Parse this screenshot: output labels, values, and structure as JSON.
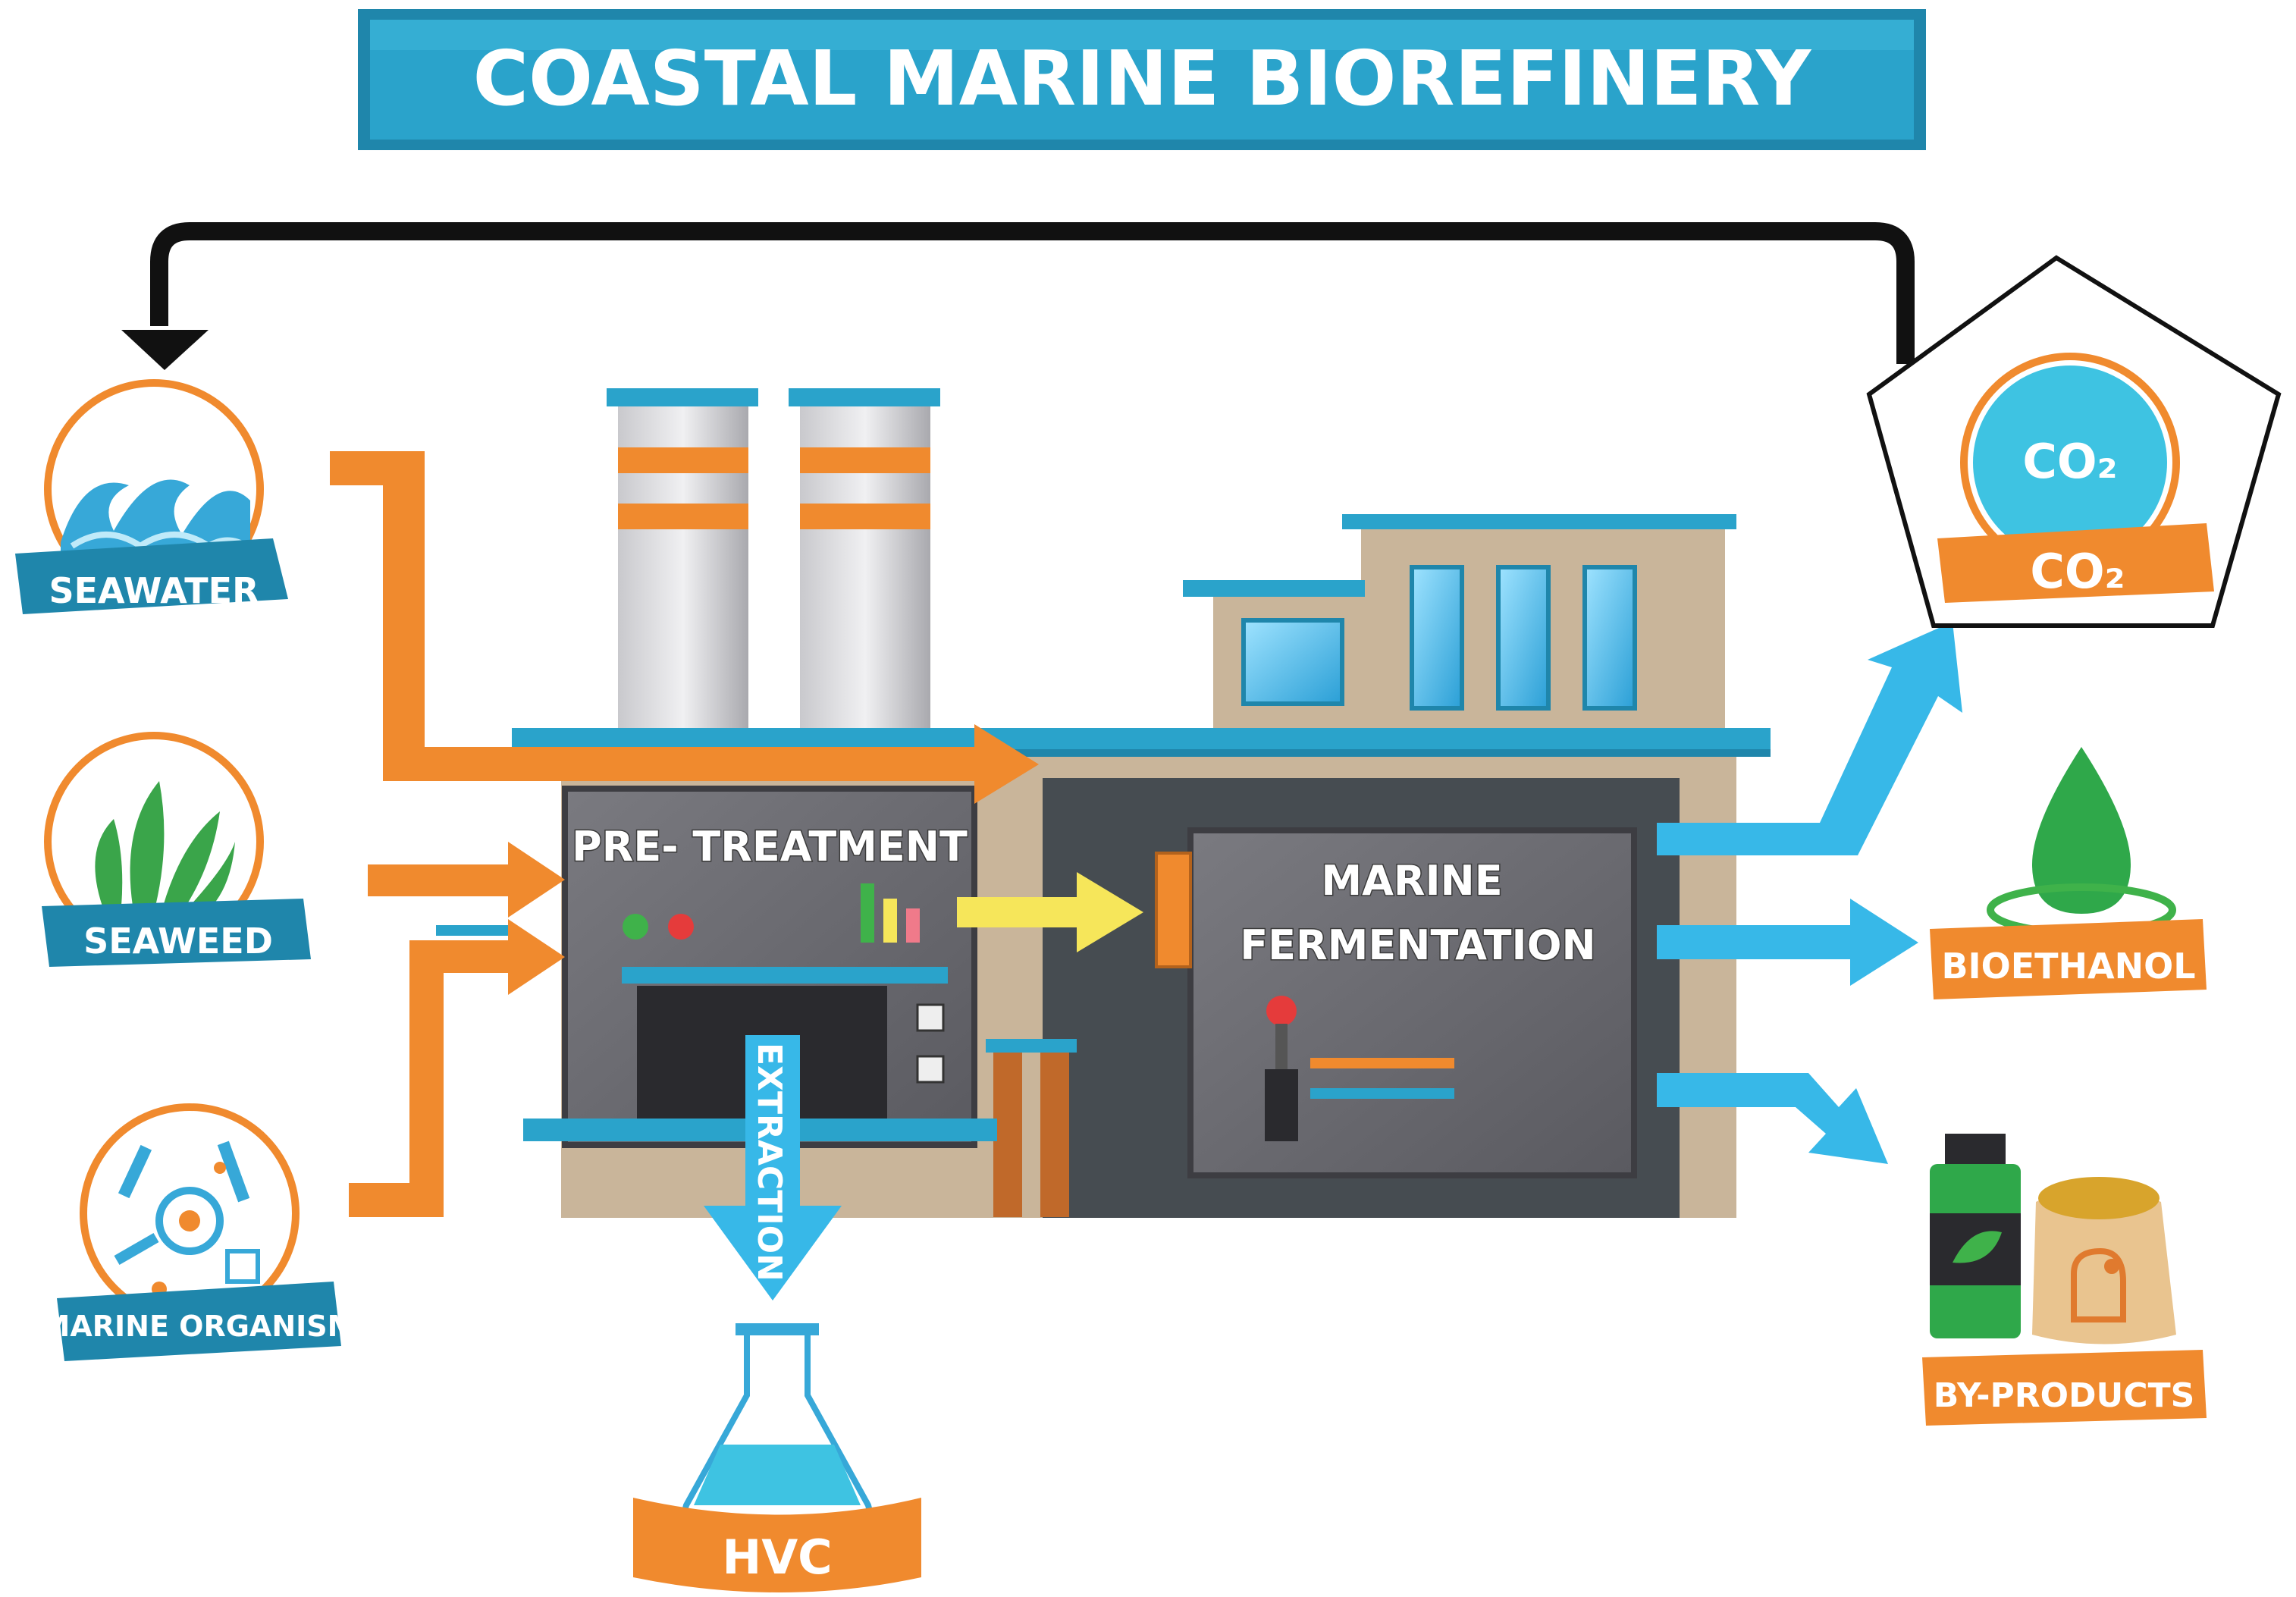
{
  "title": "COASTAL MARINE BIOREFINERY",
  "inputs": {
    "seawater": "SEAWATER",
    "seaweed": "SEAWEED",
    "marine_organism": "MARINE ORGANISM"
  },
  "processes": {
    "pretreatment": "PRE- TREATMENT",
    "fermentation_line1": "MARINE",
    "fermentation_line2": "FERMENTATION",
    "extraction": "EXTRACTION"
  },
  "outputs": {
    "co2_bubble": "CO₂",
    "co2_label": "CO₂",
    "bioethanol": "BIOETHANOL",
    "byproducts": "BY-PRODUCTS",
    "hvc": "HVC"
  },
  "colors": {
    "title_bg": "#1f8fb3",
    "orange": "#f08a2e",
    "blue": "#37b8e8",
    "factory_gray": "#6b6b70",
    "green": "#3fb24a",
    "yellow": "#f6e65a"
  },
  "icons": [
    "waves-icon",
    "seaweed-icon",
    "plankton-icon",
    "gauge-icon",
    "flask-icon",
    "droplet-icon",
    "bottle-icon",
    "sack-icon",
    "chicken-icon",
    "leaf-icon"
  ]
}
